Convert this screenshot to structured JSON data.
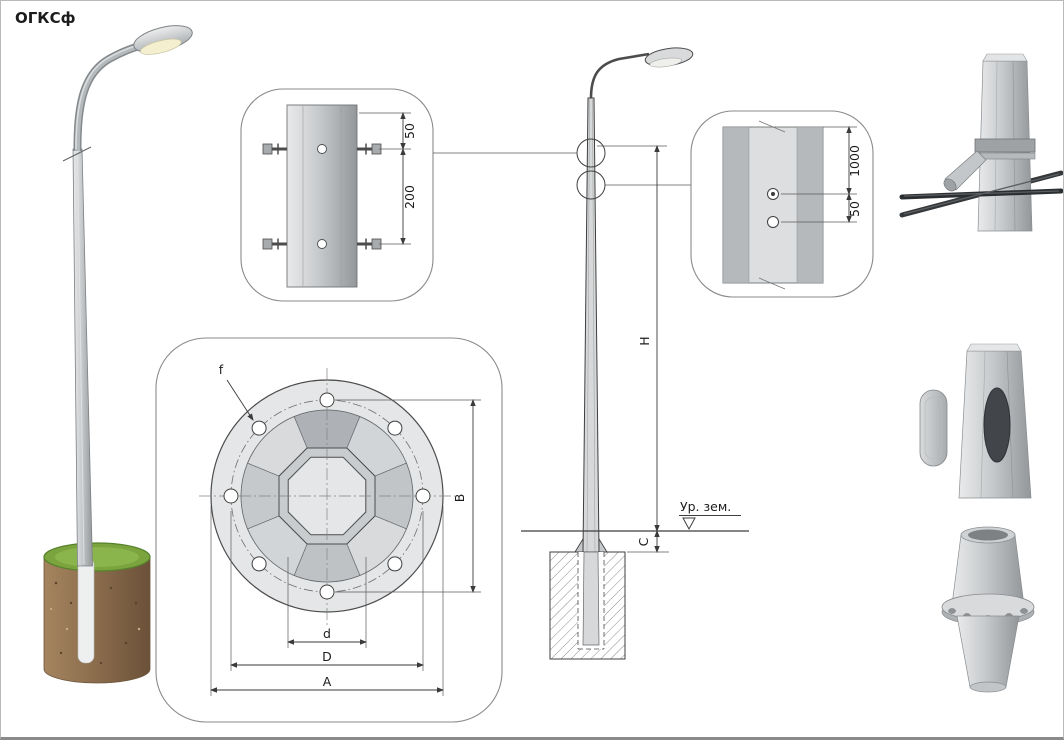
{
  "title": "ОГКСф",
  "bolt_detail": {
    "dim_top_offset": "50",
    "dim_spacing": "200"
  },
  "hole_detail": {
    "dim_spacing": "1000",
    "dim_offset": "50"
  },
  "flange_plan": {
    "dim_hole": "f",
    "dim_bolt_span": "B",
    "dim_inner": "d",
    "dim_bolt_circle": "D",
    "dim_outer": "A"
  },
  "elevation": {
    "dim_height": "H",
    "dim_embed": "C",
    "ground_label": "Ур. зем."
  }
}
